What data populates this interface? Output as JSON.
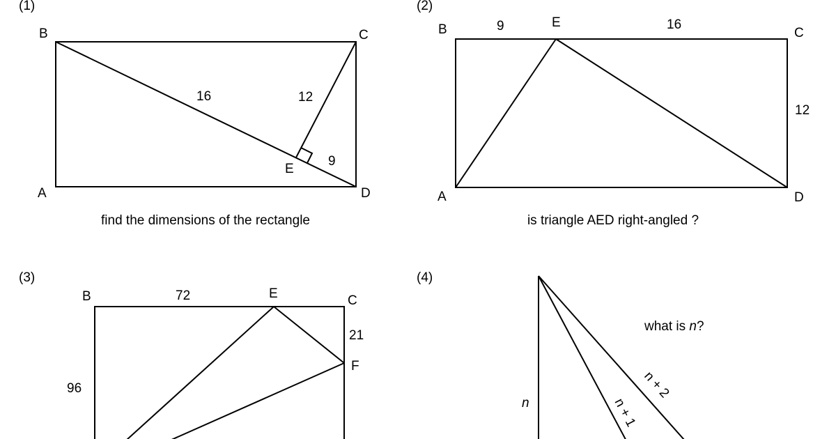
{
  "problems": [
    {
      "number": "(1)",
      "labels": {
        "A": "A",
        "B": "B",
        "C": "C",
        "D": "D",
        "E": "E"
      },
      "lengths": {
        "BE": "16",
        "CE": "12",
        "ED": "9"
      },
      "caption": "find the dimensions of the rectangle"
    },
    {
      "number": "(2)",
      "labels": {
        "A": "A",
        "B": "B",
        "C": "C",
        "D": "D",
        "E": "E"
      },
      "lengths": {
        "BE": "9",
        "EC": "16",
        "CD": "12"
      },
      "caption": "is triangle AED right-angled ?"
    },
    {
      "number": "(3)",
      "labels": {
        "B": "B",
        "C": "C",
        "E": "E",
        "F": "F"
      },
      "lengths": {
        "BE": "72",
        "CF": "21",
        "AB": "96"
      }
    },
    {
      "number": "(4)",
      "question_prefix": "what is ",
      "question_var": "n",
      "question_suffix": "?",
      "lengths": {
        "vertical": "n",
        "middle": "n + 1",
        "outer": "n + 2"
      }
    }
  ]
}
